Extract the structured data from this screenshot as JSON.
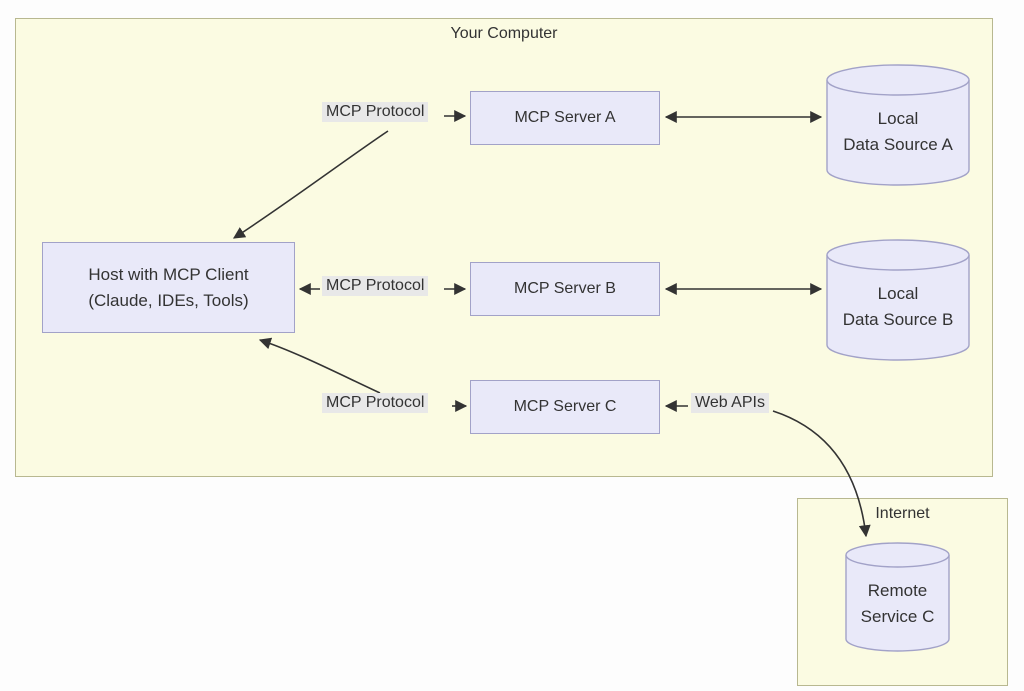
{
  "diagram": {
    "groups": {
      "your_computer": {
        "title": "Your Computer"
      },
      "internet": {
        "title": "Internet"
      }
    },
    "nodes": {
      "host": {
        "line1": "Host with MCP Client",
        "line2": "(Claude, IDEs, Tools)"
      },
      "server_a": {
        "label": "MCP Server A"
      },
      "server_b": {
        "label": "MCP Server B"
      },
      "server_c": {
        "label": "MCP Server C"
      },
      "data_source_a": {
        "line1": "Local",
        "line2": "Data Source A"
      },
      "data_source_b": {
        "line1": "Local",
        "line2": "Data Source B"
      },
      "remote_service_c": {
        "line1": "Remote",
        "line2": "Service C"
      }
    },
    "edge_labels": {
      "protocol_a": "MCP Protocol",
      "protocol_b": "MCP Protocol",
      "protocol_c": "MCP Protocol",
      "web_apis": "Web APIs"
    },
    "colors": {
      "group_fill": "#fbfbe2",
      "group_border": "#b8b890",
      "node_fill": "#e9e9f9",
      "node_border": "#a2a2c8",
      "edge_label_bg": "#e8e8e8",
      "line": "#333333",
      "text": "#333333",
      "page_bg": "#fdfdfd"
    }
  }
}
